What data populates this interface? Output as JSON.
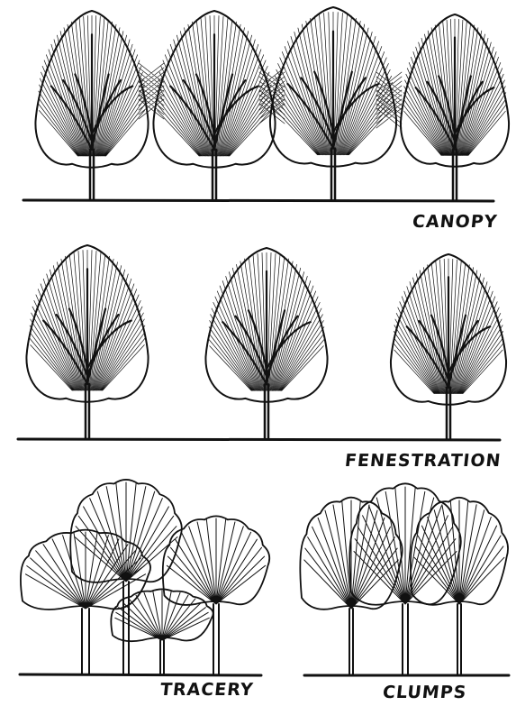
{
  "labels": {
    "canopy": "CANOPY",
    "fenestration": "FENESTRATION",
    "tracery": "TRACERY",
    "clumps": "CLUMPS"
  },
  "colors": {
    "ink": "#111111",
    "paper": "#ffffff"
  }
}
